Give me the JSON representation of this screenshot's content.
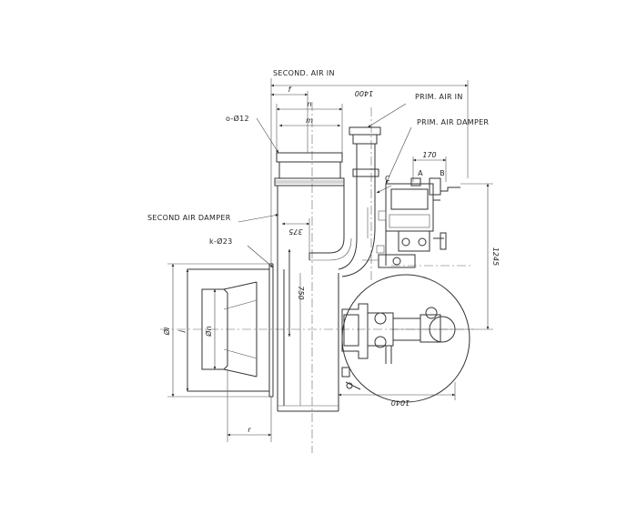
{
  "labels": {
    "second_air_in": "SECOND. AIR IN",
    "prim_air_in": "PRIM. AIR IN",
    "prim_air_damper": "PRIM. AIR DAMPER",
    "second_air_damper": "SECOND AIR DAMPER",
    "hole_o": "o-Ø12",
    "hole_k": "k-Ø23"
  },
  "dimensions": {
    "d_1400": "1400",
    "d_f": "f",
    "d_n_outer": "n",
    "d_m": "m",
    "d_170": "170",
    "pt_a": "A",
    "pt_b": "B",
    "pt_c": "C",
    "d_375": "375",
    "d_750": "750",
    "d_1245": "1245",
    "d_1040": "1040",
    "d_l": "Øl",
    "d_j": "j",
    "d_n_inner": "Øn",
    "d_r": "r"
  }
}
